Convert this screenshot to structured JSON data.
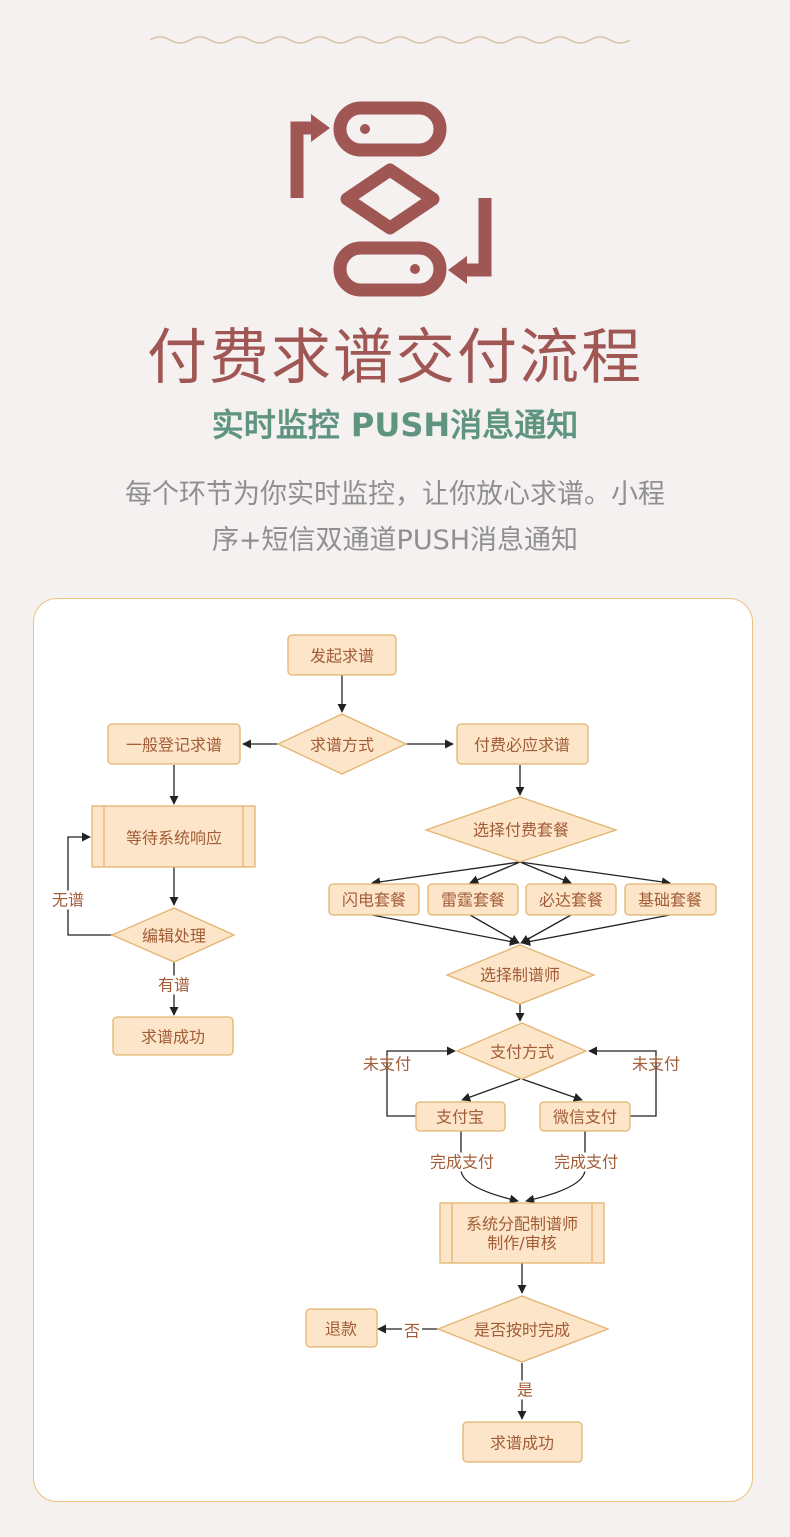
{
  "header": {
    "title": "付费求谱交付流程",
    "subtitle": "实时监控 PUSH消息通知",
    "description_line1": "每个环节为你实时监控，让你放心求谱。小程",
    "description_line2": "序+短信双通道PUSH消息通知",
    "logo_icon": "flow-cycle-icon"
  },
  "colors": {
    "background": "#f5f1f1",
    "title": "#a05754",
    "subtitle": "#5f9580",
    "description": "#8f8f8f",
    "node_fill": "#fce5c8",
    "node_border": "#e3b470",
    "node_text": "#a25c38",
    "card_border": "#ebc37a"
  },
  "flowchart": {
    "start": "发起求谱",
    "method": "求谱方式",
    "general": "一般登记求谱",
    "paid": "付费必应求谱",
    "waiting": "等待系统响应",
    "edit": "编辑处理",
    "no_score": "无谱",
    "has_score": "有谱",
    "success_left": "求谱成功",
    "choose_package": "选择付费套餐",
    "packages": [
      "闪电套餐",
      "雷霆套餐",
      "必达套餐",
      "基础套餐"
    ],
    "choose_maker": "选择制谱师",
    "pay_method": "支付方式",
    "unpaid_left": "未支付",
    "unpaid_right": "未支付",
    "alipay": "支付宝",
    "wechat": "微信支付",
    "paid_left": "完成支付",
    "paid_right": "完成支付",
    "assign_line1": "系统分配制谱师",
    "assign_line2": "制作/审核",
    "on_time": "是否按时完成",
    "no": "否",
    "refund": "退款",
    "yes": "是",
    "success_right": "求谱成功"
  }
}
